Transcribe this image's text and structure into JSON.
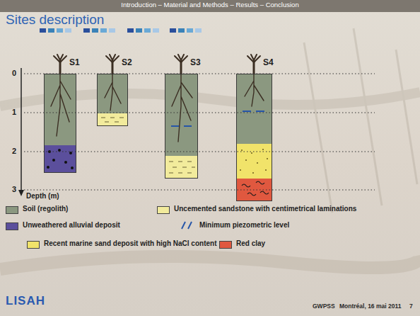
{
  "diagram": {
    "title": "Sites description",
    "nodes": [
      {
        "text": [
          "S1"
        ]
      },
      {
        "text": [
          "S2"
        ]
      },
      {
        "text": [
          "S3"
        ]
      },
      {
        "text": [
          "S4"
        ]
      }
    ],
    "labels": [
      "Introduction – Material and Methods – Results – Conclusion",
      "0",
      "1",
      "2",
      "3",
      "Depth (m)",
      "LISAH",
      "GWPSS",
      "Montréal, 16 mai 2011",
      "7"
    ],
    "legend": [
      {
        "text": "Soil (regolith)",
        "color": "#8b9880"
      },
      {
        "text": "Uncemented sandstone with centimetrical laminations",
        "color": "#f2eb9c"
      },
      {
        "text": "Unweathered alluvial deposit",
        "color": "#5b4f9c"
      },
      {
        "text": "Minimum piezometric level"
      },
      {
        "text": "Recent marine sand deposit with high NaCl content",
        "color": "#f1e36a"
      },
      {
        "text": "Red clay",
        "color": "#e0583f"
      }
    ]
  }
}
